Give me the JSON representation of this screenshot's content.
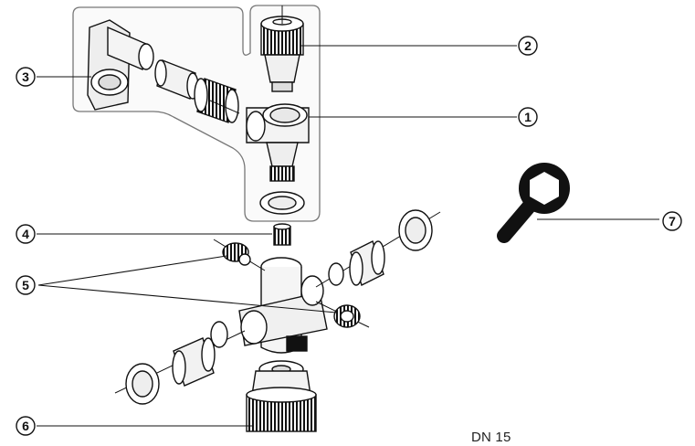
{
  "diagram": {
    "callouts": [
      {
        "id": "1",
        "label": "1"
      },
      {
        "id": "2",
        "label": "2"
      },
      {
        "id": "3",
        "label": "3"
      },
      {
        "id": "4",
        "label": "4"
      },
      {
        "id": "5",
        "label": "5"
      },
      {
        "id": "6",
        "label": "6"
      },
      {
        "id": "7",
        "label": "7"
      }
    ],
    "size_label": "DN 15",
    "parts": [
      "pressure-reducing-valve-assembly",
      "pressure-gauge-cap",
      "wall-bracket",
      "check-valve-insert",
      "plug-caps",
      "filter-housing",
      "hex-wrench"
    ]
  }
}
